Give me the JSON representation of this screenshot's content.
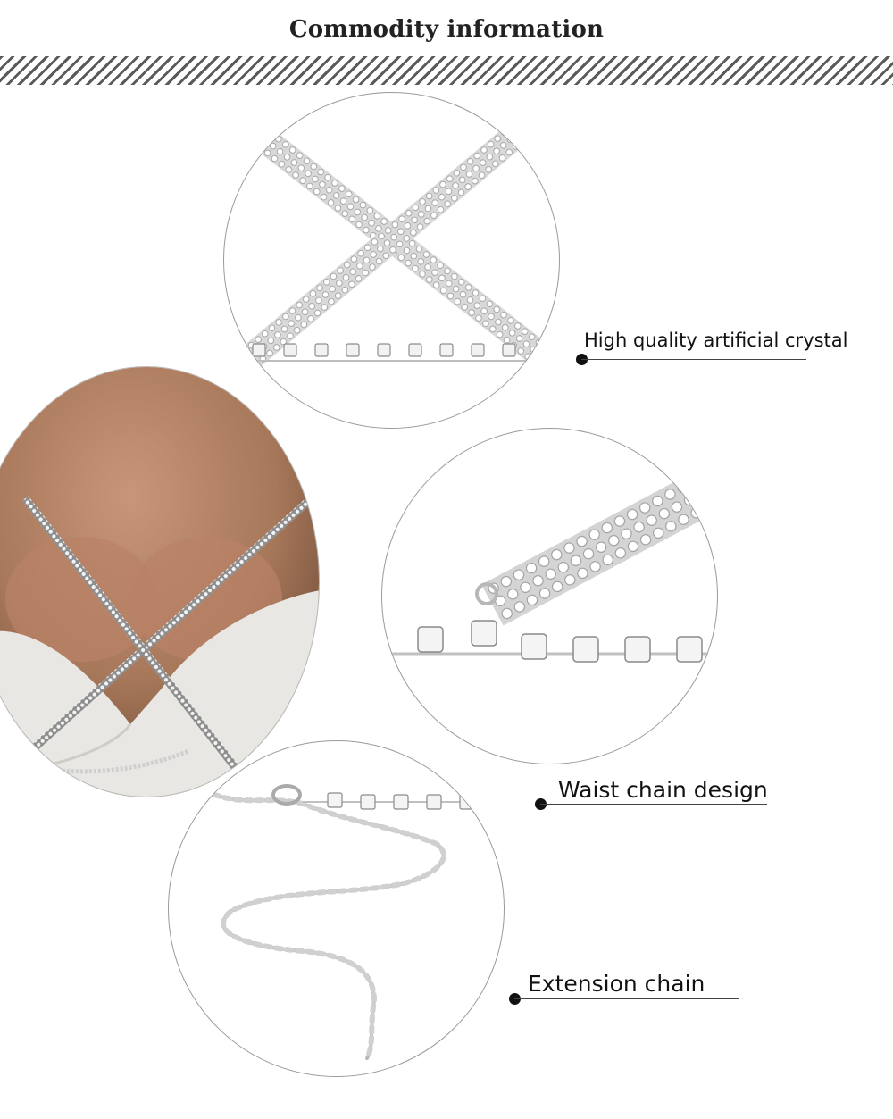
{
  "header": {
    "title": "Commodity information"
  },
  "features": [
    {
      "label": "High quality artificial crystal"
    },
    {
      "label": "Waist chain design"
    },
    {
      "label": "Extension chain"
    }
  ],
  "images": [
    {
      "name": "crossed-crystal-straps-closeup"
    },
    {
      "name": "model-wearing-crystal-harness"
    },
    {
      "name": "crystal-clasp-closeup"
    },
    {
      "name": "extension-chain-closeup"
    }
  ],
  "colors": {
    "text": "#111111",
    "stripe": "#5a5a5a",
    "circle_border": "#9a9a9a",
    "skin": "#a8785a",
    "dress": "#e9e7e3",
    "silver": "#c9c9c9"
  }
}
